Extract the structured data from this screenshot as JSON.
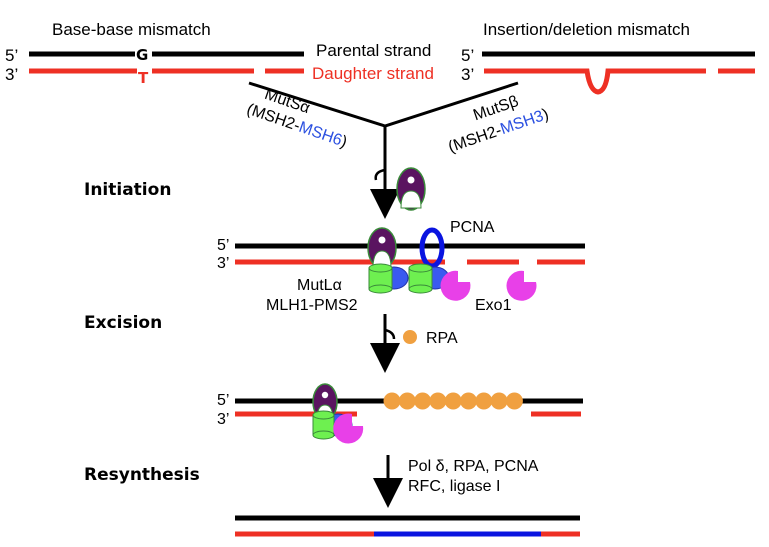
{
  "title": "DNA mismatch repair pathway",
  "colors": {
    "parental": "#000000",
    "daughter": "#ee3024",
    "resynth": "#0a14e0",
    "blue_text": "#2a4fe0",
    "mutS": "#5a1460",
    "mutS_outline": "#3a8a3a",
    "mutL_green": "#6ef050",
    "mutL_blue": "#3a5af0",
    "pcna": "#0a14e0",
    "exo1": "#e840e8",
    "rpa": "#f0a040"
  },
  "top": {
    "left_heading": "Base-base mismatch",
    "right_heading": "Insertion/deletion mismatch",
    "base_parental": "G",
    "base_daughter": "T",
    "parental_label": "Parental strand",
    "daughter_label": "Daughter strand",
    "five_prime": "5’",
    "three_prime": "3’"
  },
  "mutS_alpha": {
    "name": "MutSα",
    "paren_open": "(MSH2-",
    "subunit": "MSH6",
    "paren_close": ")"
  },
  "mutS_beta": {
    "name": "MutSβ",
    "paren_open": "(MSH2-",
    "subunit": "MSH3",
    "paren_close": ")"
  },
  "stages": {
    "initiation": "Initiation",
    "excision": "Excision",
    "resynthesis": "Resynthesis"
  },
  "labels": {
    "pcna": "PCNA",
    "mutL_name": "MutLα",
    "mutL_sub": "MLH1-PMS2",
    "exo1": "Exo1",
    "rpa": "RPA",
    "resynth_line1": "Pol δ, RPA, PCNA",
    "resynth_line2": "RFC, ligase I"
  },
  "rpa_beads_count": 9
}
